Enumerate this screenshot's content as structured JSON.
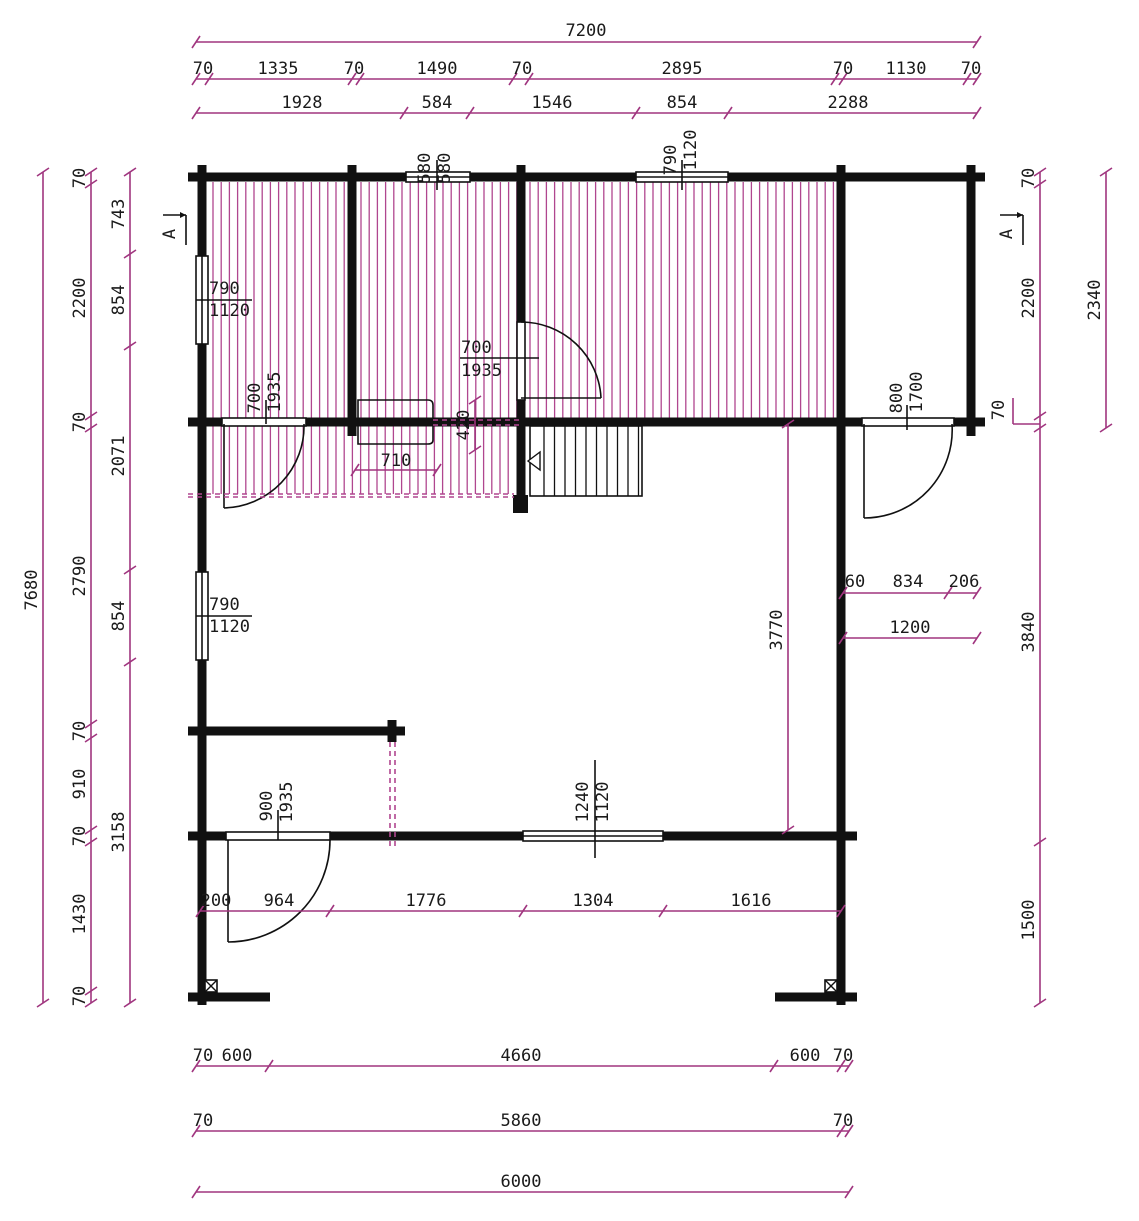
{
  "dimensions": {
    "top_total": "7200",
    "top_row1": [
      "70",
      "1335",
      "70",
      "1490",
      "70",
      "2895",
      "70",
      "1130",
      "70"
    ],
    "top_row2": [
      "1928",
      "584",
      "1546",
      "854",
      "2288"
    ],
    "left_outer": "7680",
    "left_mid": [
      "70",
      "2200",
      "70",
      "2790",
      "70",
      "910",
      "70",
      "1430",
      "70"
    ],
    "left_inner": [
      "743",
      "854",
      "2071",
      "854",
      "3158"
    ],
    "right_outer": "2340",
    "right_mid": [
      "70",
      "2200",
      "70",
      "3840",
      "1500"
    ],
    "interior": {
      "stair_drop": "3770",
      "wall_420": "420",
      "bench_710": "710",
      "right_side_row": [
        "60",
        "834",
        "206"
      ],
      "right_side_1200": "1200",
      "front_row": [
        "200",
        "964",
        "1776",
        "1304",
        "1616"
      ]
    },
    "bottom_row1": [
      "70",
      "600",
      "4660",
      "600",
      "70"
    ],
    "bottom_row2": [
      "70",
      "5860",
      "70"
    ],
    "bottom_total": "6000"
  },
  "openings": {
    "top_window_small": [
      "580",
      "580"
    ],
    "top_window_large": [
      "790",
      "1120"
    ],
    "left_window_upper": [
      "790",
      "1120"
    ],
    "left_window_lower": [
      "790",
      "1120"
    ],
    "inner_door_center": [
      "700",
      "1935"
    ],
    "inner_door_left": [
      "700",
      "1935"
    ],
    "right_door": [
      "800",
      "1700"
    ],
    "front_door": [
      "900",
      "1935"
    ],
    "front_window": [
      "1240",
      "1120"
    ]
  },
  "section_marks": {
    "left": "A",
    "right": "A"
  },
  "colors": {
    "dimension": "#a0357f",
    "wall": "#111111",
    "hatch": "#b0468f"
  }
}
